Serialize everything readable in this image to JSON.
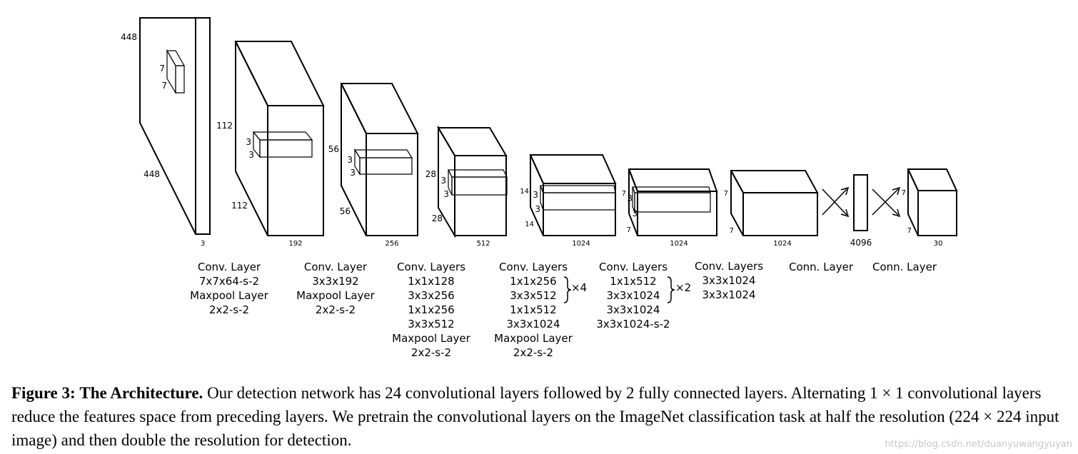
{
  "layers": [
    {
      "dims": [
        "448",
        "448",
        "7",
        "7",
        "3"
      ],
      "desc": [
        "Conv. Layer",
        "7x7x64-s-2",
        "Maxpool Layer",
        "2x2-s-2"
      ]
    },
    {
      "dims": [
        "112",
        "112",
        "3",
        "3",
        "192"
      ],
      "desc": [
        "Conv. Layer",
        "3x3x192",
        "Maxpool Layer",
        "2x2-s-2"
      ]
    },
    {
      "dims": [
        "56",
        "56",
        "3",
        "3",
        "256"
      ],
      "desc": [
        "Conv. Layers",
        "1x1x128",
        "3x3x256",
        "1x1x256",
        "3x3x512",
        "Maxpool Layer",
        "2x2-s-2"
      ]
    },
    {
      "dims": [
        "28",
        "28",
        "3",
        "3",
        "512"
      ],
      "desc": [
        "Conv. Layers",
        "1x1x256",
        "3x3x512",
        "1x1x512",
        "3x3x1024",
        "Maxpool Layer",
        "2x2-s-2"
      ],
      "repeat": "×4"
    },
    {
      "dims": [
        "14",
        "14",
        "3",
        "3",
        "1024"
      ],
      "desc": [
        "Conv. Layers",
        "1x1x512",
        "3x3x1024",
        "3x3x1024",
        "3x3x1024-s-2"
      ],
      "repeat": "×2"
    },
    {
      "dims": [
        "7",
        "7",
        "3",
        "3",
        "1024"
      ],
      "desc": [
        "Conv. Layers",
        "3x3x1024",
        "3x3x1024"
      ]
    },
    {
      "dims": [
        "7",
        "7",
        "1024"
      ],
      "desc": [
        "Conn. Layer"
      ]
    },
    {
      "dims": [
        "4096"
      ],
      "desc": [
        "Conn. Layer"
      ]
    },
    {
      "dims": [
        "7",
        "7",
        "30"
      ]
    }
  ],
  "caption": {
    "label": "Figure 3:",
    "title": "The Architecture.",
    "text": "Our detection network has 24 convolutional layers followed by 2 fully connected layers. Alternating 1 × 1 convolutional layers reduce the features space from preceding layers. We pretrain the convolutional layers on the ImageNet classification task at half the resolution (224 × 224 input image) and then double the resolution for detection."
  },
  "watermark": "https://blog.csdn.net/duanyuwangyuyan"
}
